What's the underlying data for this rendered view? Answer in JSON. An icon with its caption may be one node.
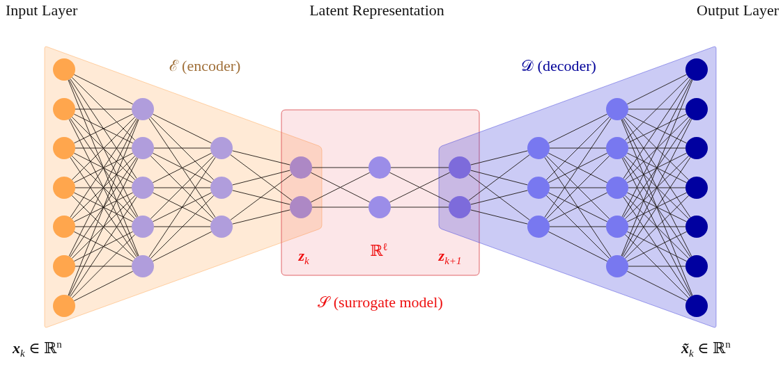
{
  "diagram": {
    "nodes": [
      {
        "text": [
          "ℰ (encoder)"
        ]
      },
      {
        "text": [
          "**z**$_{k}$",
          "ℝ$^{ℓ}$",
          "**z**$_{k+1}$",
          "𝒮 (surrogate model)"
        ]
      },
      {
        "text": [
          "𝒟 (decoder)"
        ]
      },
      {
        "text": [],
        "shape": "circle",
        "in": 0
      },
      {
        "text": [],
        "shape": "circle",
        "in": 0
      },
      {
        "text": [],
        "shape": "circle",
        "in": 0
      },
      {
        "text": [],
        "shape": "circle",
        "in": 0
      },
      {
        "text": [],
        "shape": "circle",
        "in": 0
      },
      {
        "text": [],
        "shape": "circle",
        "in": 0
      },
      {
        "text": [],
        "shape": "circle",
        "in": 0
      },
      {
        "text": [],
        "shape": "circle",
        "in": 0
      },
      {
        "text": [],
        "shape": "circle",
        "in": 0
      },
      {
        "text": [],
        "shape": "circle",
        "in": 0
      },
      {
        "text": [],
        "shape": "circle",
        "in": 0
      },
      {
        "text": [],
        "shape": "circle",
        "in": 0
      },
      {
        "text": [],
        "shape": "circle",
        "in": 0
      },
      {
        "text": [],
        "shape": "circle",
        "in": 0
      },
      {
        "text": [],
        "shape": "circle",
        "in": 0
      },
      {
        "text": [],
        "shape": "circle"
      },
      {
        "text": [],
        "shape": "circle"
      },
      {
        "text": [],
        "shape": "circle",
        "in": 1
      },
      {
        "text": [],
        "shape": "circle",
        "in": 1
      },
      {
        "text": [],
        "shape": "circle"
      },
      {
        "text": [],
        "shape": "circle"
      },
      {
        "text": [],
        "shape": "circle",
        "in": 2
      },
      {
        "text": [],
        "shape": "circle",
        "in": 2
      },
      {
        "text": [],
        "shape": "circle",
        "in": 2
      },
      {
        "text": [],
        "shape": "circle",
        "in": 2
      },
      {
        "text": [],
        "shape": "circle",
        "in": 2
      },
      {
        "text": [],
        "shape": "circle",
        "in": 2
      },
      {
        "text": [],
        "shape": "circle",
        "in": 2
      },
      {
        "text": [],
        "shape": "circle",
        "in": 2
      },
      {
        "text": [],
        "shape": "circle",
        "in": 2
      },
      {
        "text": [],
        "shape": "circle",
        "in": 2
      },
      {
        "text": [],
        "shape": "circle",
        "in": 2
      },
      {
        "text": [],
        "shape": "circle",
        "in": 2
      },
      {
        "text": [],
        "shape": "circle",
        "in": 2
      },
      {
        "text": [],
        "shape": "circle",
        "in": 2
      },
      {
        "text": [],
        "shape": "circle",
        "in": 2
      }
    ],
    "edges": [
      {
        "from": 3,
        "to": 10,
        "arrow": "none"
      },
      {
        "from": 3,
        "to": 11,
        "arrow": "none"
      },
      {
        "from": 3,
        "to": 12,
        "arrow": "none"
      },
      {
        "from": 3,
        "to": 13,
        "arrow": "none"
      },
      {
        "from": 3,
        "to": 14,
        "arrow": "none"
      },
      {
        "from": 4,
        "to": 10,
        "arrow": "none"
      },
      {
        "from": 4,
        "to": 11,
        "arrow": "none"
      },
      {
        "from": 4,
        "to": 12,
        "arrow": "none"
      },
      {
        "from": 4,
        "to": 13,
        "arrow": "none"
      },
      {
        "from": 4,
        "to": 14,
        "arrow": "none"
      },
      {
        "from": 5,
        "to": 10,
        "arrow": "none"
      },
      {
        "from": 5,
        "to": 11,
        "arrow": "none"
      },
      {
        "from": 5,
        "to": 12,
        "arrow": "none"
      },
      {
        "from": 5,
        "to": 13,
        "arrow": "none"
      },
      {
        "from": 5,
        "to": 14,
        "arrow": "none"
      },
      {
        "from": 6,
        "to": 10,
        "arrow": "none"
      },
      {
        "from": 6,
        "to": 11,
        "arrow": "none"
      },
      {
        "from": 6,
        "to": 12,
        "arrow": "none"
      },
      {
        "from": 6,
        "to": 13,
        "arrow": "none"
      },
      {
        "from": 6,
        "to": 14,
        "arrow": "none"
      },
      {
        "from": 7,
        "to": 10,
        "arrow": "none"
      },
      {
        "from": 7,
        "to": 11,
        "arrow": "none"
      },
      {
        "from": 7,
        "to": 12,
        "arrow": "none"
      },
      {
        "from": 7,
        "to": 13,
        "arrow": "none"
      },
      {
        "from": 7,
        "to": 14,
        "arrow": "none"
      },
      {
        "from": 8,
        "to": 10,
        "arrow": "none"
      },
      {
        "from": 8,
        "to": 11,
        "arrow": "none"
      },
      {
        "from": 8,
        "to": 12,
        "arrow": "none"
      },
      {
        "from": 8,
        "to": 13,
        "arrow": "none"
      },
      {
        "from": 8,
        "to": 14,
        "arrow": "none"
      },
      {
        "from": 9,
        "to": 10,
        "arrow": "none"
      },
      {
        "from": 9,
        "to": 11,
        "arrow": "none"
      },
      {
        "from": 9,
        "to": 12,
        "arrow": "none"
      },
      {
        "from": 9,
        "to": 13,
        "arrow": "none"
      },
      {
        "from": 9,
        "to": 14,
        "arrow": "none"
      },
      {
        "from": 10,
        "to": 15,
        "arrow": "none"
      },
      {
        "from": 10,
        "to": 16,
        "arrow": "none"
      },
      {
        "from": 10,
        "to": 17,
        "arrow": "none"
      },
      {
        "from": 11,
        "to": 15,
        "arrow": "none"
      },
      {
        "from": 11,
        "to": 16,
        "arrow": "none"
      },
      {
        "from": 11,
        "to": 17,
        "arrow": "none"
      },
      {
        "from": 12,
        "to": 15,
        "arrow": "none"
      },
      {
        "from": 12,
        "to": 16,
        "arrow": "none"
      },
      {
        "from": 12,
        "to": 17,
        "arrow": "none"
      },
      {
        "from": 13,
        "to": 15,
        "arrow": "none"
      },
      {
        "from": 13,
        "to": 16,
        "arrow": "none"
      },
      {
        "from": 13,
        "to": 17,
        "arrow": "none"
      },
      {
        "from": 14,
        "to": 15,
        "arrow": "none"
      },
      {
        "from": 14,
        "to": 16,
        "arrow": "none"
      },
      {
        "from": 14,
        "to": 17,
        "arrow": "none"
      },
      {
        "from": 15,
        "to": 18,
        "arrow": "none"
      },
      {
        "from": 15,
        "to": 19,
        "arrow": "none"
      },
      {
        "from": 16,
        "to": 18,
        "arrow": "none"
      },
      {
        "from": 16,
        "to": 19,
        "arrow": "none"
      },
      {
        "from": 17,
        "to": 18,
        "arrow": "none"
      },
      {
        "from": 17,
        "to": 19,
        "arrow": "none"
      },
      {
        "from": 18,
        "to": 20,
        "arrow": "none"
      },
      {
        "from": 18,
        "to": 21,
        "arrow": "none"
      },
      {
        "from": 19,
        "to": 20,
        "arrow": "none"
      },
      {
        "from": 19,
        "to": 21,
        "arrow": "none"
      },
      {
        "from": 20,
        "to": 22,
        "arrow": "none"
      },
      {
        "from": 20,
        "to": 23,
        "arrow": "none"
      },
      {
        "from": 21,
        "to": 22,
        "arrow": "none"
      },
      {
        "from": 21,
        "to": 23,
        "arrow": "none"
      },
      {
        "from": 22,
        "to": 24,
        "arrow": "none"
      },
      {
        "from": 22,
        "to": 25,
        "arrow": "none"
      },
      {
        "from": 22,
        "to": 26,
        "arrow": "none"
      },
      {
        "from": 23,
        "to": 24,
        "arrow": "none"
      },
      {
        "from": 23,
        "to": 25,
        "arrow": "none"
      },
      {
        "from": 23,
        "to": 26,
        "arrow": "none"
      },
      {
        "from": 24,
        "to": 27,
        "arrow": "none"
      },
      {
        "from": 24,
        "to": 28,
        "arrow": "none"
      },
      {
        "from": 24,
        "to": 29,
        "arrow": "none"
      },
      {
        "from": 24,
        "to": 30,
        "arrow": "none"
      },
      {
        "from": 24,
        "to": 31,
        "arrow": "none"
      },
      {
        "from": 25,
        "to": 27,
        "arrow": "none"
      },
      {
        "from": 25,
        "to": 28,
        "arrow": "none"
      },
      {
        "from": 25,
        "to": 29,
        "arrow": "none"
      },
      {
        "from": 25,
        "to": 30,
        "arrow": "none"
      },
      {
        "from": 25,
        "to": 31,
        "arrow": "none"
      },
      {
        "from": 26,
        "to": 27,
        "arrow": "none"
      },
      {
        "from": 26,
        "to": 28,
        "arrow": "none"
      },
      {
        "from": 26,
        "to": 29,
        "arrow": "none"
      },
      {
        "from": 26,
        "to": 30,
        "arrow": "none"
      },
      {
        "from": 26,
        "to": 31,
        "arrow": "none"
      },
      {
        "from": 27,
        "to": 32,
        "arrow": "none"
      },
      {
        "from": 27,
        "to": 33,
        "arrow": "none"
      },
      {
        "from": 27,
        "to": 34,
        "arrow": "none"
      },
      {
        "from": 27,
        "to": 35,
        "arrow": "none"
      },
      {
        "from": 27,
        "to": 36,
        "arrow": "none"
      },
      {
        "from": 27,
        "to": 37,
        "arrow": "none"
      },
      {
        "from": 27,
        "to": 38,
        "arrow": "none"
      },
      {
        "from": 28,
        "to": 32,
        "arrow": "none"
      },
      {
        "from": 28,
        "to": 33,
        "arrow": "none"
      },
      {
        "from": 28,
        "to": 34,
        "arrow": "none"
      },
      {
        "from": 28,
        "to": 35,
        "arrow": "none"
      },
      {
        "from": 28,
        "to": 36,
        "arrow": "none"
      },
      {
        "from": 28,
        "to": 37,
        "arrow": "none"
      },
      {
        "from": 28,
        "to": 38,
        "arrow": "none"
      },
      {
        "from": 29,
        "to": 32,
        "arrow": "none"
      },
      {
        "from": 29,
        "to": 33,
        "arrow": "none"
      },
      {
        "from": 29,
        "to": 34,
        "arrow": "none"
      },
      {
        "from": 29,
        "to": 35,
        "arrow": "none"
      },
      {
        "from": 29,
        "to": 36,
        "arrow": "none"
      },
      {
        "from": 29,
        "to": 37,
        "arrow": "none"
      },
      {
        "from": 29,
        "to": 38,
        "arrow": "none"
      },
      {
        "from": 30,
        "to": 32,
        "arrow": "none"
      },
      {
        "from": 30,
        "to": 33,
        "arrow": "none"
      },
      {
        "from": 30,
        "to": 34,
        "arrow": "none"
      },
      {
        "from": 30,
        "to": 35,
        "arrow": "none"
      },
      {
        "from": 30,
        "to": 36,
        "arrow": "none"
      },
      {
        "from": 30,
        "to": 37,
        "arrow": "none"
      },
      {
        "from": 30,
        "to": 38,
        "arrow": "none"
      },
      {
        "from": 31,
        "to": 32,
        "arrow": "none"
      },
      {
        "from": 31,
        "to": 33,
        "arrow": "none"
      },
      {
        "from": 31,
        "to": 34,
        "arrow": "none"
      },
      {
        "from": 31,
        "to": 35,
        "arrow": "none"
      },
      {
        "from": 31,
        "to": 36,
        "arrow": "none"
      },
      {
        "from": 31,
        "to": 37,
        "arrow": "none"
      },
      {
        "from": 31,
        "to": 38,
        "arrow": "none"
      }
    ],
    "labels": [
      "Input Layer",
      "Latent Representation",
      "Output Layer",
      "**x**$_{k}$ ∈ ℝ$^{n}$",
      "**x̃**$_{k}$ ∈ ℝ$^{n}$"
    ]
  }
}
